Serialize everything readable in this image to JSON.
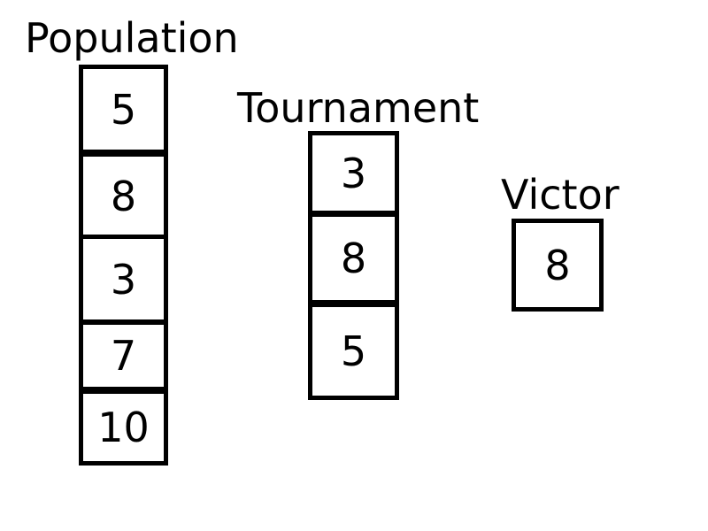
{
  "population": {
    "title": "Population",
    "values": [
      "5",
      "8",
      "3",
      "7",
      "10"
    ]
  },
  "tournament": {
    "title": "Tournament",
    "values": [
      "3",
      "8",
      "5"
    ]
  },
  "victor": {
    "title": "Victor",
    "value": "8"
  }
}
